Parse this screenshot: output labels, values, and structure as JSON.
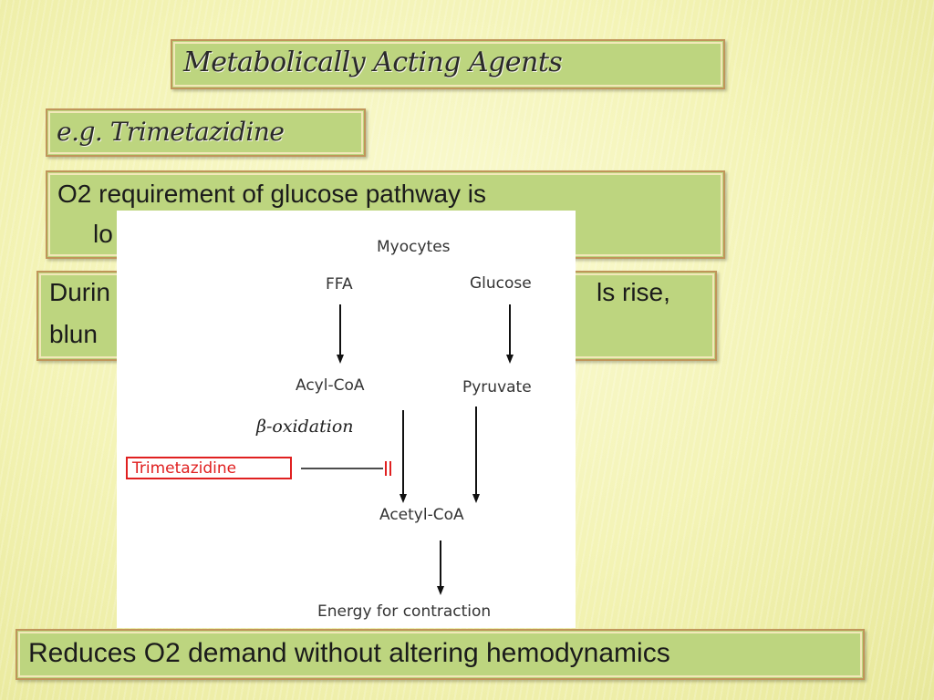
{
  "slide": {
    "title": "Metabolically Acting Agents",
    "example": "e.g. Trimetazidine",
    "o2_line1": "O2 requirement of glucose pathway is",
    "o2_line2": "lo",
    "during_line1_start": "Durin",
    "during_line1_end": "ls rise,",
    "during_line2": "blun",
    "reduces": "Reduces O2 demand  without altering hemodynamics"
  },
  "diagram": {
    "nodes": {
      "myocytes": "Myocytes",
      "ffa": "FFA",
      "glucose": "Glucose",
      "acyl_coa": "Acyl-CoA",
      "pyruvate": "Pyruvate",
      "beta_oxidation": "β-oxidation",
      "trimetazidine": "Trimetazidine",
      "acetyl_coa": "Acetyl-CoA",
      "energy": "Energy for contraction"
    },
    "inhibitor_color": "#e02020"
  },
  "colors": {
    "box_fill": "#bdd57f",
    "box_border": "#c0955a",
    "background": "#f3f3b4"
  }
}
